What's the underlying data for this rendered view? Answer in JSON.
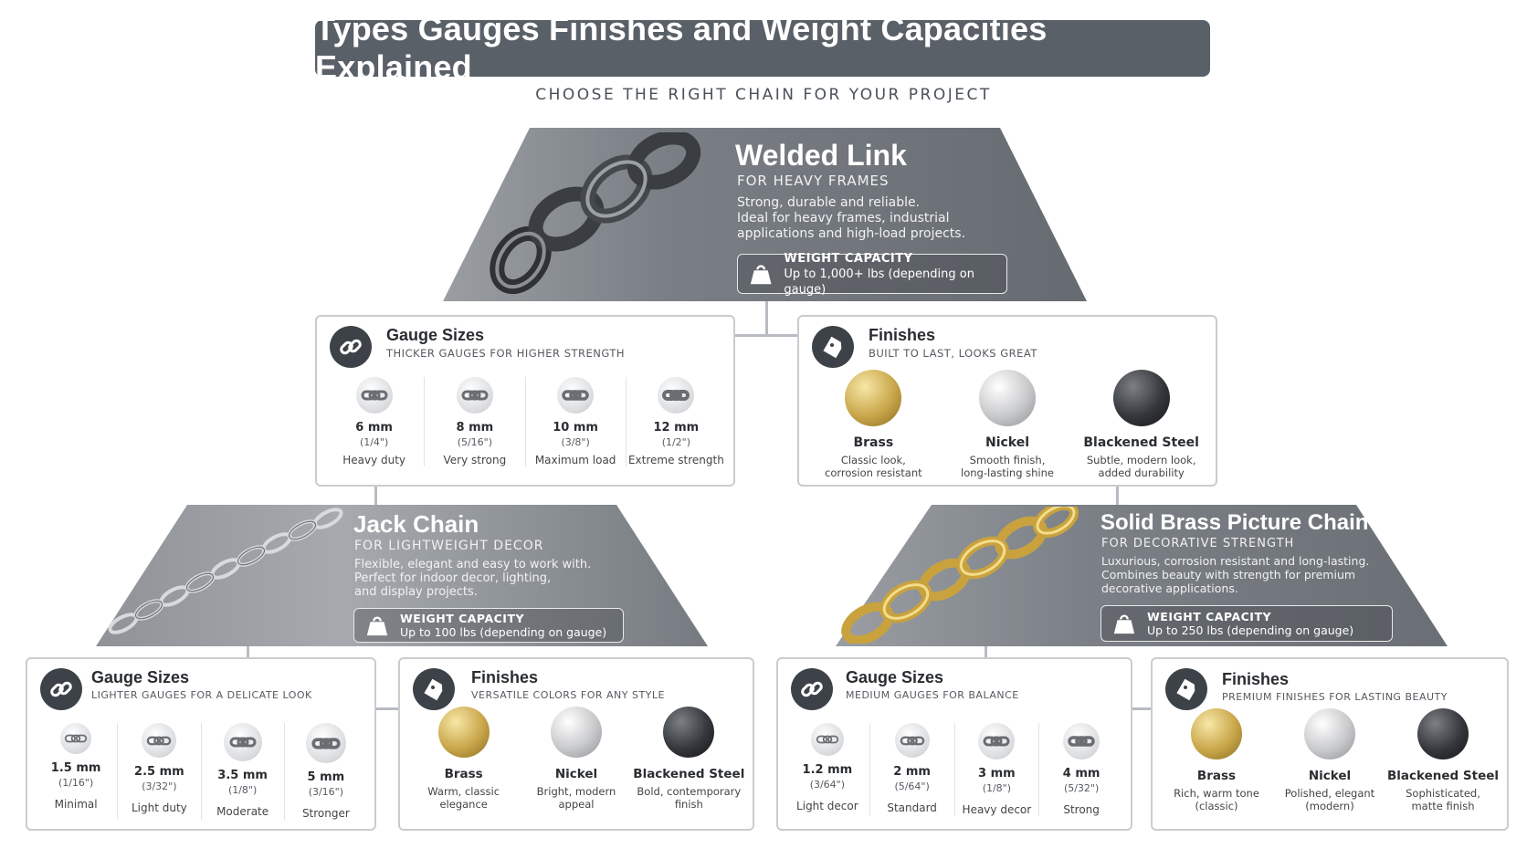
{
  "header": {
    "title": "Types Gauges Finishes and Weight Capacities Explained",
    "subtitle": "CHOOSE THE RIGHT CHAIN FOR YOUR PROJECT"
  },
  "colors": {
    "title_bar": "#5a6068",
    "panel_gray": "#6e7379",
    "icon_dark": "#3d4248",
    "brass": "#c9a64a",
    "nickel": "#c8c9cb",
    "blackened_steel": "#34373b"
  },
  "welded": {
    "title": "Welded Link",
    "subtitle": "FOR HEAVY FRAMES",
    "description": "Strong, durable and reliable.\nIdeal for heavy frames, industrial\napplications and high-load projects.",
    "cap_label": "WEIGHT CAPACITY",
    "cap_value": "Up to 1,000+ lbs (depending on gauge)",
    "gauge_card": {
      "title": "Gauge Sizes",
      "subtitle": "THICKER GAUGES FOR HIGHER STRENGTH",
      "icon": "chain-link-icon",
      "items": [
        {
          "size": "6 mm",
          "frac": "(1/4\")",
          "note": "Heavy duty"
        },
        {
          "size": "8 mm",
          "frac": "(5/16\")",
          "note": "Very strong"
        },
        {
          "size": "10 mm",
          "frac": "(3/8\")",
          "note": "Maximum load"
        },
        {
          "size": "12 mm",
          "frac": "(1/2\")",
          "note": "Extreme strength"
        }
      ]
    },
    "finish_card": {
      "title": "Finishes",
      "subtitle": "BUILT TO LAST, LOOKS GREAT",
      "icon": "paint-tag-icon",
      "items": [
        {
          "name": "Brass",
          "desc": "Classic look,\ncorrosion resistant"
        },
        {
          "name": "Nickel",
          "desc": "Smooth finish,\nlong-lasting shine"
        },
        {
          "name": "Blackened Steel",
          "desc": "Subtle, modern look,\nadded durability"
        }
      ]
    }
  },
  "jack": {
    "title": "Jack Chain",
    "subtitle": "FOR LIGHTWEIGHT DECOR",
    "description": "Flexible, elegant and easy to work with.\nPerfect for indoor decor, lighting,\nand display projects.",
    "cap_label": "WEIGHT CAPACITY",
    "cap_value": "Up to 100 lbs (depending on gauge)",
    "gauge_card": {
      "title": "Gauge Sizes",
      "subtitle": "LIGHTER GAUGES FOR A DELICATE LOOK",
      "items": [
        {
          "size": "1.5 mm",
          "frac": "(1/16\")",
          "note": "Minimal"
        },
        {
          "size": "2.5 mm",
          "frac": "(3/32\")",
          "note": "Light duty"
        },
        {
          "size": "3.5 mm",
          "frac": "(1/8\")",
          "note": "Moderate"
        },
        {
          "size": "5 mm",
          "frac": "(3/16\")",
          "note": "Stronger"
        }
      ]
    },
    "finish_card": {
      "title": "Finishes",
      "subtitle": "VERSATILE COLORS FOR ANY STYLE",
      "items": [
        {
          "name": "Brass",
          "desc": "Warm, classic\nelegance"
        },
        {
          "name": "Nickel",
          "desc": "Bright, modern\nappeal"
        },
        {
          "name": "Blackened Steel",
          "desc": "Bold, contemporary\nfinish"
        }
      ]
    }
  },
  "brass": {
    "title": "Solid Brass Picture Chain",
    "subtitle": "FOR DECORATIVE STRENGTH",
    "description": "Luxurious, corrosion resistant and long-lasting.\nCombines beauty with strength for premium\ndecorative applications.",
    "cap_label": "WEIGHT CAPACITY",
    "cap_value": "Up to 250 lbs (depending on gauge)",
    "gauge_card": {
      "title": "Gauge Sizes",
      "subtitle": "MEDIUM GAUGES FOR BALANCE",
      "items": [
        {
          "size": "1.2 mm",
          "frac": "(3/64\")",
          "note": "Light decor"
        },
        {
          "size": "2 mm",
          "frac": "(5/64\")",
          "note": "Standard"
        },
        {
          "size": "3 mm",
          "frac": "(1/8\")",
          "note": "Heavy decor"
        },
        {
          "size": "4 mm",
          "frac": "(5/32\")",
          "note": "Strong"
        }
      ]
    },
    "finish_card": {
      "title": "Finishes",
      "subtitle": "PREMIUM FINISHES FOR LASTING BEAUTY",
      "items": [
        {
          "name": "Brass",
          "desc": "Rich, warm tone\n(classic)"
        },
        {
          "name": "Nickel",
          "desc": "Polished, elegant\n(modern)"
        },
        {
          "name": "Blackened Steel",
          "desc": "Sophisticated,\nmatte finish"
        }
      ]
    }
  }
}
